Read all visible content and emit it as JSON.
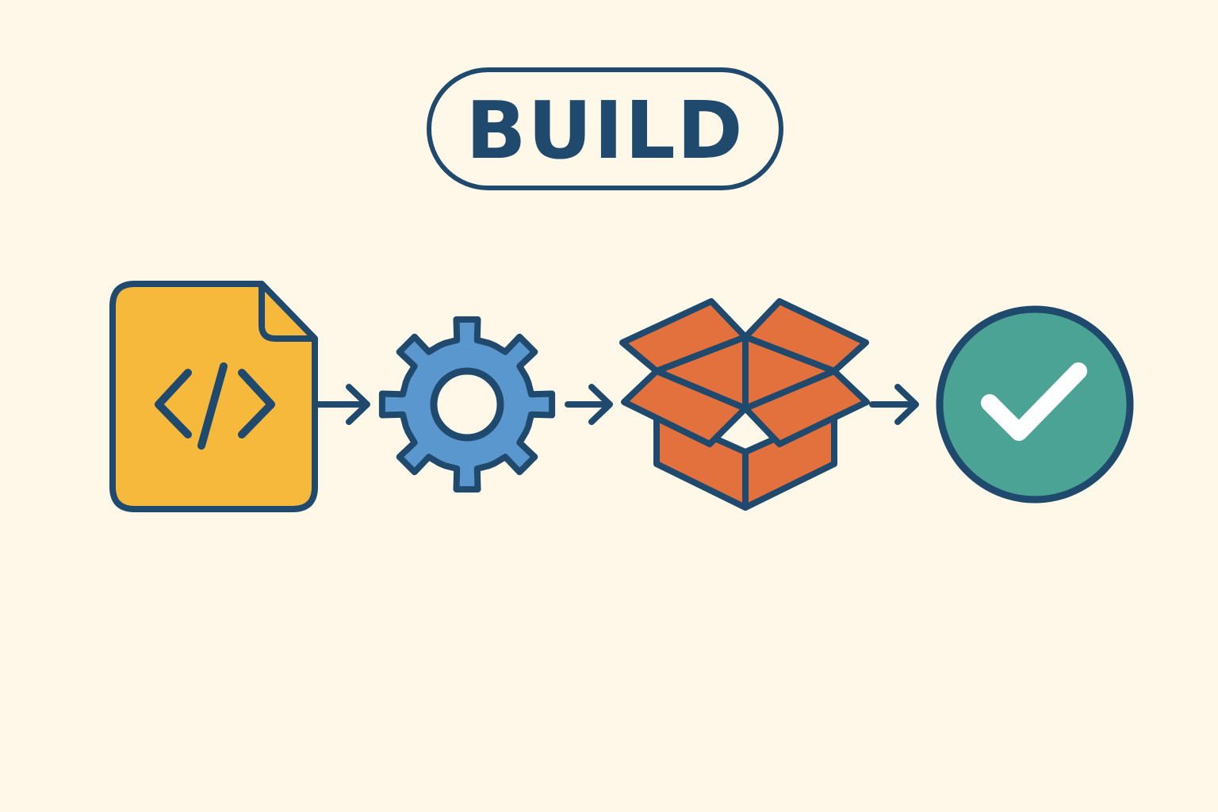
{
  "title": {
    "label": "BUILD"
  },
  "stages": [
    {
      "name": "source-code",
      "icon": "code-file-icon",
      "color": "#F7B93C"
    },
    {
      "name": "compile",
      "icon": "gear-icon",
      "color": "#5B97CF"
    },
    {
      "name": "package",
      "icon": "open-box-icon",
      "color": "#E3713D"
    },
    {
      "name": "success",
      "icon": "checkmark-circle-icon",
      "color": "#4AA394"
    }
  ],
  "colors": {
    "background": "#FDF8E8",
    "outline": "#1F4A6E",
    "check": "#FFFFFF"
  }
}
